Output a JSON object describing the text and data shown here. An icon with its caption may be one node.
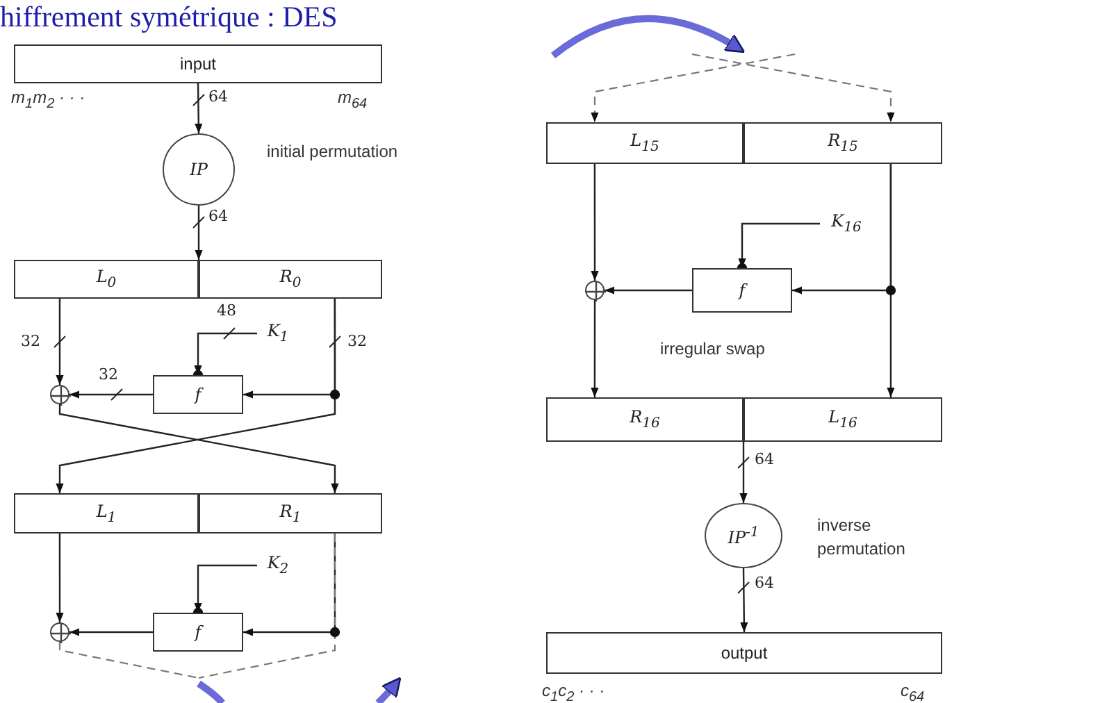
{
  "diagram": {
    "title": "hiffrement symétrique : DES",
    "nodes": [
      {
        "text": [
          "input"
        ],
        "beside": [
          "m$_{1}$m$_{2}$ · · ·",
          "m$_{64}$"
        ]
      },
      {
        "text": [
          "IP"
        ],
        "beside": [
          "initial permutation"
        ]
      },
      {
        "text": [
          "L$_{0}$"
        ]
      },
      {
        "text": [
          "R$_{0}$"
        ]
      },
      {
        "text": [
          "K$_{1}$"
        ]
      },
      {
        "text": [
          "f"
        ]
      },
      {
        "text": [],
        "shape": "circle"
      },
      {
        "text": [
          "L$_{1}$"
        ]
      },
      {
        "text": [
          "R$_{1}$"
        ]
      },
      {
        "text": [
          "K$_{2}$"
        ]
      },
      {
        "text": [
          "f"
        ]
      },
      {
        "text": [],
        "shape": "circle"
      },
      {
        "text": [
          "L$_{15}$"
        ]
      },
      {
        "text": [
          "R$_{15}$"
        ]
      },
      {
        "text": [
          "K$_{16}$"
        ]
      },
      {
        "text": [
          "f"
        ]
      },
      {
        "text": [],
        "shape": "circle"
      },
      {
        "text": [
          "R$_{16}$"
        ]
      },
      {
        "text": [
          "L$_{16}$"
        ]
      },
      {
        "text": [
          "IP$^{-1}$"
        ],
        "beside": [
          "inverse permutation"
        ]
      },
      {
        "text": [
          "output"
        ],
        "beside": [
          "c$_{1}$c$_{2}$ · · ·",
          "c$_{64}$"
        ]
      }
    ],
    "edges": [
      {
        "from": 0,
        "to": 1,
        "arrow": "to",
        "label": "64"
      },
      {
        "from": 1,
        "to": 2,
        "arrow": "to",
        "label": "64"
      },
      {
        "from": 2,
        "to": 6,
        "arrow": "to",
        "label": "32"
      },
      {
        "from": 3,
        "to": 5,
        "arrow": "to",
        "label": "32"
      },
      {
        "from": 4,
        "to": 5,
        "arrow": "to",
        "label": "48"
      },
      {
        "from": 5,
        "to": 6,
        "arrow": "to",
        "label": "32"
      },
      {
        "from": 3,
        "to": 7,
        "arrow": "to"
      },
      {
        "from": 6,
        "to": 8,
        "arrow": "to"
      },
      {
        "from": 7,
        "to": 11,
        "arrow": "to"
      },
      {
        "from": 8,
        "to": 10,
        "arrow": "to"
      },
      {
        "from": 9,
        "to": 10,
        "arrow": "to"
      },
      {
        "from": 10,
        "to": 11,
        "arrow": "to"
      },
      {
        "from": 11,
        "to": null,
        "arrow": "none",
        "style": "dashed"
      },
      {
        "from": 8,
        "to": null,
        "arrow": "none",
        "style": "dashed"
      },
      {
        "from": null,
        "to": 12,
        "arrow": "to",
        "style": "dashed"
      },
      {
        "from": null,
        "to": 13,
        "arrow": "to",
        "style": "dashed"
      },
      {
        "from": 12,
        "to": 16,
        "arrow": "to"
      },
      {
        "from": 13,
        "to": 15,
        "arrow": "to"
      },
      {
        "from": 14,
        "to": 15,
        "arrow": "to"
      },
      {
        "from": 15,
        "to": 16,
        "arrow": "to"
      },
      {
        "from": 16,
        "to": 17,
        "arrow": "to"
      },
      {
        "from": 13,
        "to": 18,
        "arrow": "to"
      },
      {
        "from": 17,
        "to": 19,
        "arrow": "to",
        "label": "64"
      },
      {
        "from": 19,
        "to": 20,
        "arrow": "to",
        "label": "64"
      }
    ],
    "labels": [
      "irregular swap"
    ]
  }
}
